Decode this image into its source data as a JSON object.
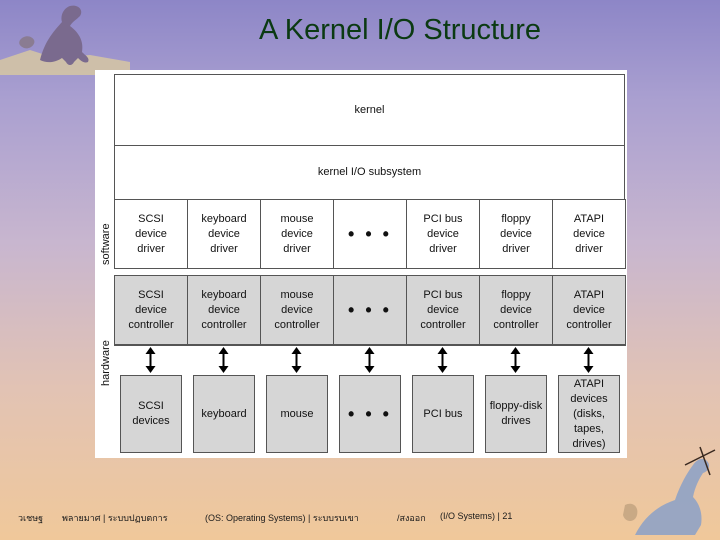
{
  "title": "A Kernel I/O Structure",
  "side_labels": {
    "software": "software",
    "hardware": "hardware"
  },
  "layers": {
    "kernel": "kernel",
    "subsystem": "kernel I/O subsystem"
  },
  "columns": [
    {
      "driver": [
        "SCSI",
        "device",
        "driver"
      ],
      "controller": [
        "SCSI",
        "device",
        "controller"
      ],
      "device": [
        "SCSI",
        "devices"
      ]
    },
    {
      "driver": [
        "keyboard",
        "device",
        "driver"
      ],
      "controller": [
        "keyboard",
        "device",
        "controller"
      ],
      "device": [
        "keyboard"
      ]
    },
    {
      "driver": [
        "mouse",
        "device",
        "driver"
      ],
      "controller": [
        "mouse",
        "device",
        "controller"
      ],
      "device": [
        "mouse"
      ]
    },
    {
      "driver": [
        "• • •"
      ],
      "controller": [
        "• • •"
      ],
      "device": [
        "• • •"
      ]
    },
    {
      "driver": [
        "PCI bus",
        "device",
        "driver"
      ],
      "controller": [
        "PCI bus",
        "device",
        "controller"
      ],
      "device": [
        "PCI bus"
      ]
    },
    {
      "driver": [
        "floppy",
        "device",
        "driver"
      ],
      "controller": [
        "floppy",
        "device",
        "controller"
      ],
      "device": [
        "floppy-disk",
        "drives"
      ]
    },
    {
      "driver": [
        "ATAPI",
        "device",
        "driver"
      ],
      "controller": [
        "ATAPI",
        "device",
        "controller"
      ],
      "device": [
        "ATAPI",
        "devices",
        "(disks,",
        "tapes,",
        "drives)"
      ]
    }
  ],
  "footer": {
    "part1": "วเชษฐ",
    "part2": "พลายมาศ | ระบบปฏบตการ",
    "part3": "(OS: Operating Systems) | ระบบรบเขา",
    "part4": "/สงออก",
    "part5": "(I/O Systems) | 21"
  },
  "colors": {
    "title": "#0b3a12",
    "box_gray": "#d6d6d6"
  }
}
